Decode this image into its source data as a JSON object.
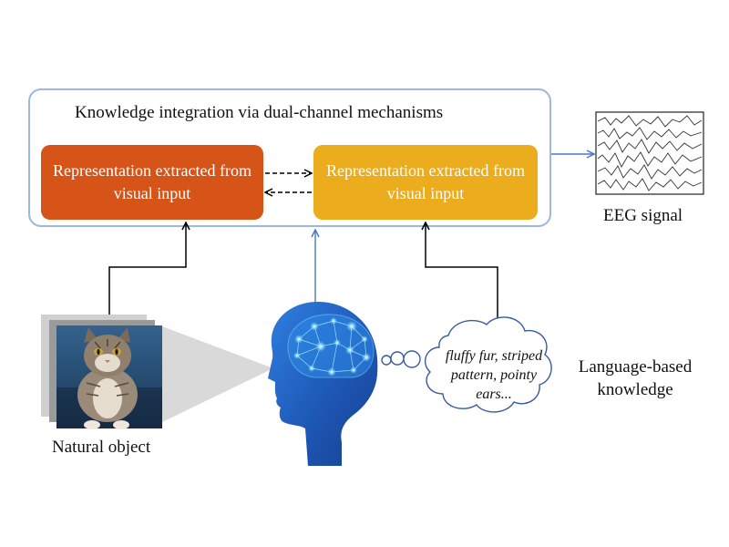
{
  "diagram": {
    "integration_title": "Knowledge integration via dual-channel mechanisms",
    "visual_block_label": "Representation extracted from visual input",
    "second_block_label": "Representation extracted from visual input",
    "eeg_label": "EEG signal",
    "natural_object_label": "Natural object",
    "language_label": "Language-based knowledge",
    "thought_text": "fluffy fur, striped pattern, pointy ears...",
    "colors": {
      "visual_block": "#d65418",
      "second_block": "#ebac1e",
      "frame": "#9db7de",
      "brain_arrow": "#4a78c4",
      "head": "#1d4fa8"
    },
    "icons": [
      "cat-photo",
      "eeg-waveform-icon",
      "head-silhouette-icon",
      "brain-network-icon",
      "thought-bubble-icon"
    ]
  }
}
